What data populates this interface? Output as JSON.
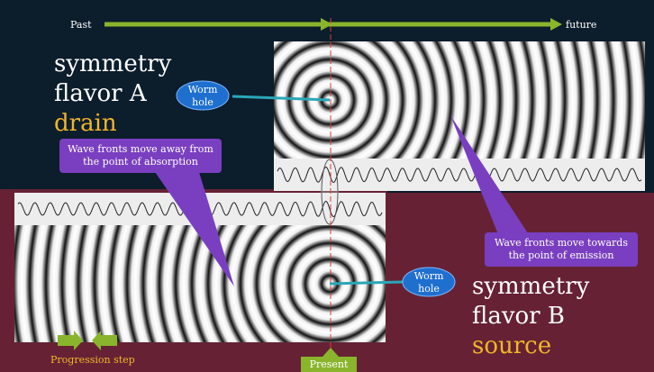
{
  "timeline": {
    "past": "Past",
    "future": "future"
  },
  "top_label": {
    "line1": "symmetry",
    "line2": "flavor A",
    "line3": "drain"
  },
  "bottom_label": {
    "line1": "symmetry",
    "line2": "flavor B",
    "line3": "source"
  },
  "callouts": {
    "wormhole_top": [
      "Worm",
      "hole"
    ],
    "wormhole_bottom": [
      "Worm",
      "hole"
    ],
    "absorption": [
      "Wave fronts move away from",
      "the point of absorption"
    ],
    "emission": [
      "Wave fronts move towards",
      "the point of emission"
    ]
  },
  "controls": {
    "progression_step": "Progression step",
    "present": "Present"
  },
  "colors": {
    "top_background": "#0c1d2c",
    "bottom_background": "#662234",
    "arrow_green": "#8ab42c",
    "callout_purple": "#7a3fc0",
    "wormhole_blue": "#1f6fcf",
    "drain_source_text": "#f1b52b",
    "present_line": "#e03a3a"
  }
}
